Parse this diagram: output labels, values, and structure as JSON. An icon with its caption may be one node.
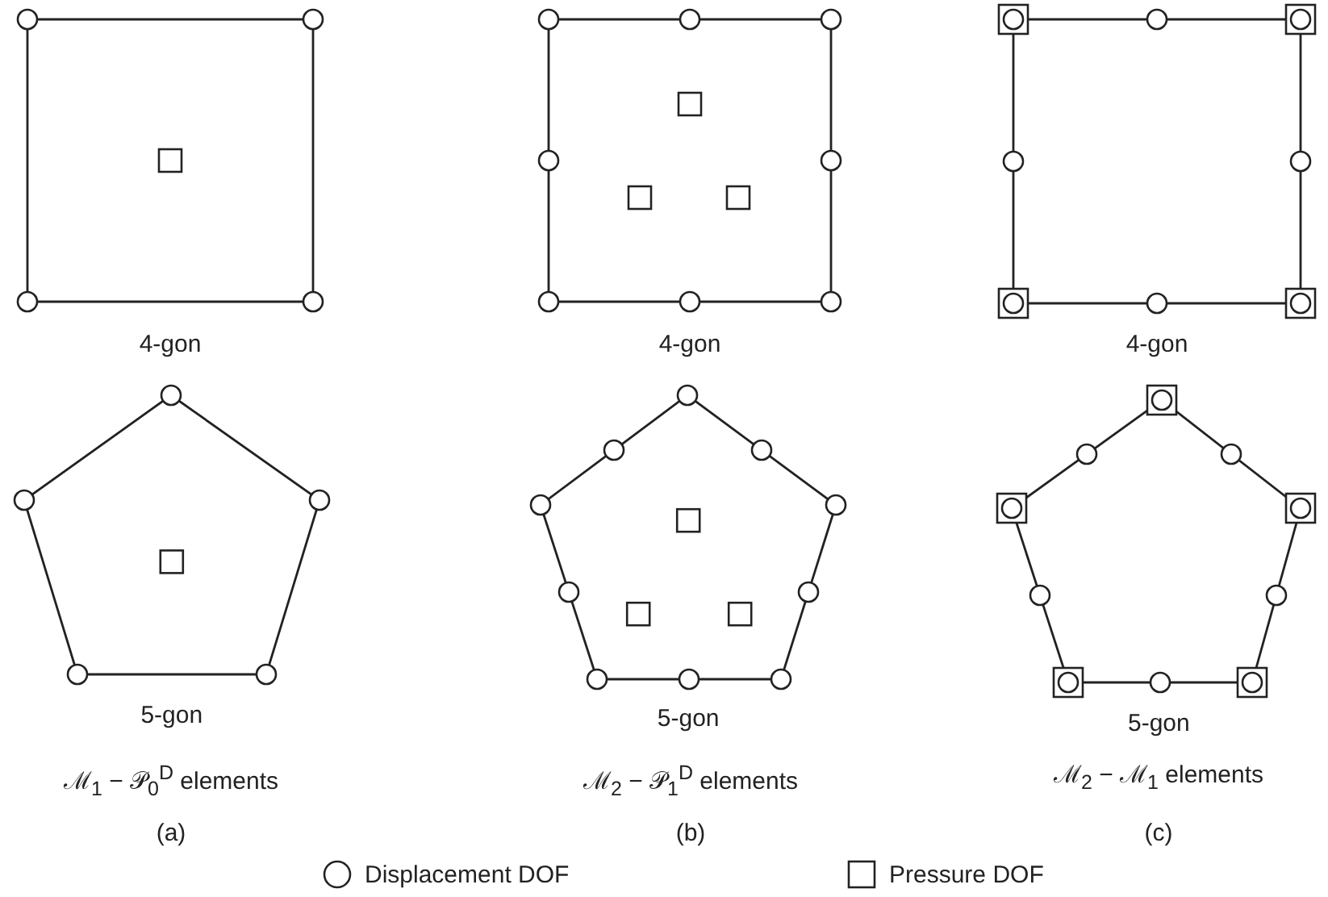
{
  "diagram": {
    "labels": [
      "4-gon",
      "4-gon",
      "4-gon",
      "5-gon",
      "5-gon",
      "5-gon",
      "ℳ$_{1}$ − 𝒫$_{0}$$^{D}$ elements",
      "ℳ$_{2}$ − 𝒫$_{1}$$^{D}$ elements",
      "ℳ$_{2}$ − ℳ$_{1}$ elements",
      "(a)",
      "(b)",
      "(c)"
    ],
    "legend": [
      {
        "text": "Displacement DOF"
      },
      {
        "text": "Pressure DOF"
      }
    ]
  }
}
